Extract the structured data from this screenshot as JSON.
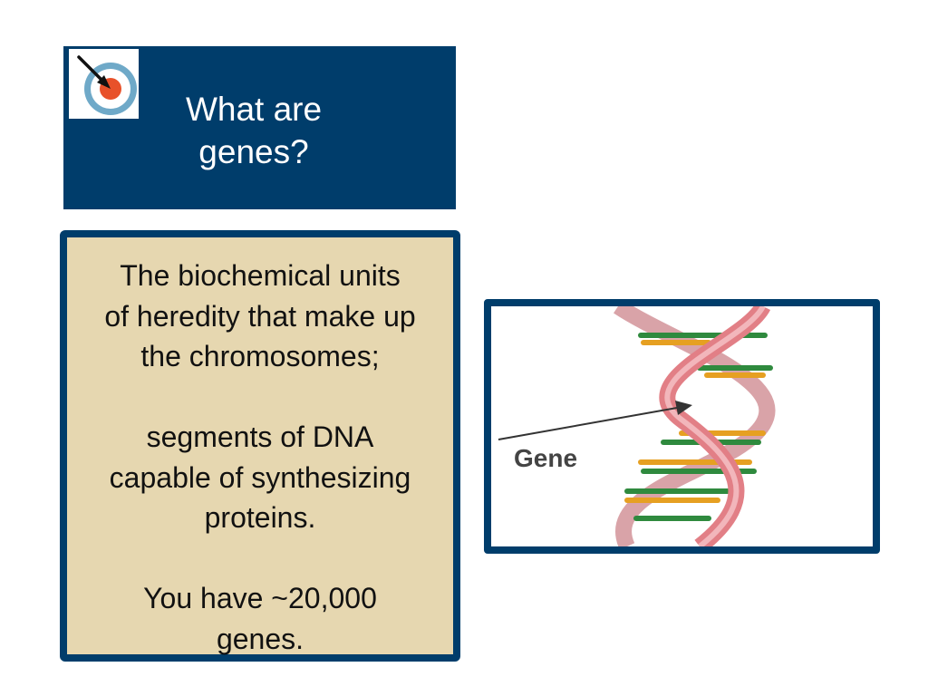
{
  "title": {
    "lines": [
      "What are",
      "genes?"
    ],
    "icon": "target-arrow-icon"
  },
  "definition": {
    "paragraphs": [
      [
        "The biochemical units",
        "of heredity that make up",
        "the chromosomes;"
      ],
      [
        "segments of DNA",
        "capable of synthesizing",
        "proteins."
      ],
      [
        "You have ~20,000",
        "genes."
      ]
    ]
  },
  "figure": {
    "label": "Gene",
    "icon": "dna-double-helix-icon"
  },
  "colors": {
    "panel_blue": "#003d6b",
    "box_tan": "#e6d7b0",
    "helix_pink": "#e27f86",
    "base_green": "#2f8a3e",
    "base_orange": "#e6a022"
  }
}
